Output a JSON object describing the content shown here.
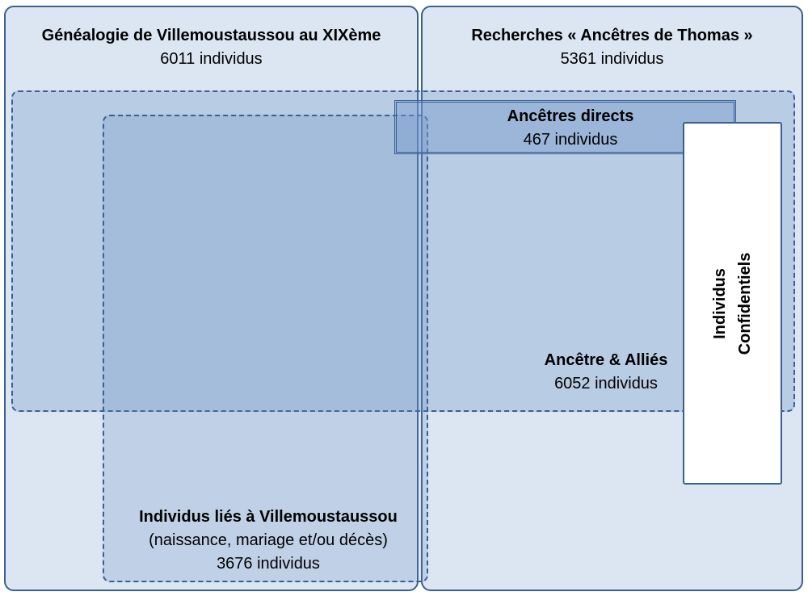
{
  "diagram": {
    "villemoustaussou_genealogy": {
      "title": "Généalogie de Villemoustaussou au XIXème",
      "count": "6011 individus"
    },
    "thomas_research": {
      "title": "Recherches « Ancêtres de Thomas »",
      "count": "5361 individus"
    },
    "direct_ancestors": {
      "title": "Ancêtres directs",
      "count": "467 individus"
    },
    "ancestors_allies": {
      "title": "Ancêtre & Alliés",
      "count": "6052 individus"
    },
    "linked_individuals": {
      "title": "Individus liés à Villemoustaussou",
      "subtitle": "(naissance, mariage et/ou décès)",
      "count": "3676 individus"
    },
    "confidential": {
      "line1": "Individus",
      "line2": "Confidentiels"
    }
  },
  "colors": {
    "border": "#3a5f92",
    "box_fill": "#dce6f2",
    "overlay_fill": "#5f87be",
    "white": "#ffffff"
  }
}
